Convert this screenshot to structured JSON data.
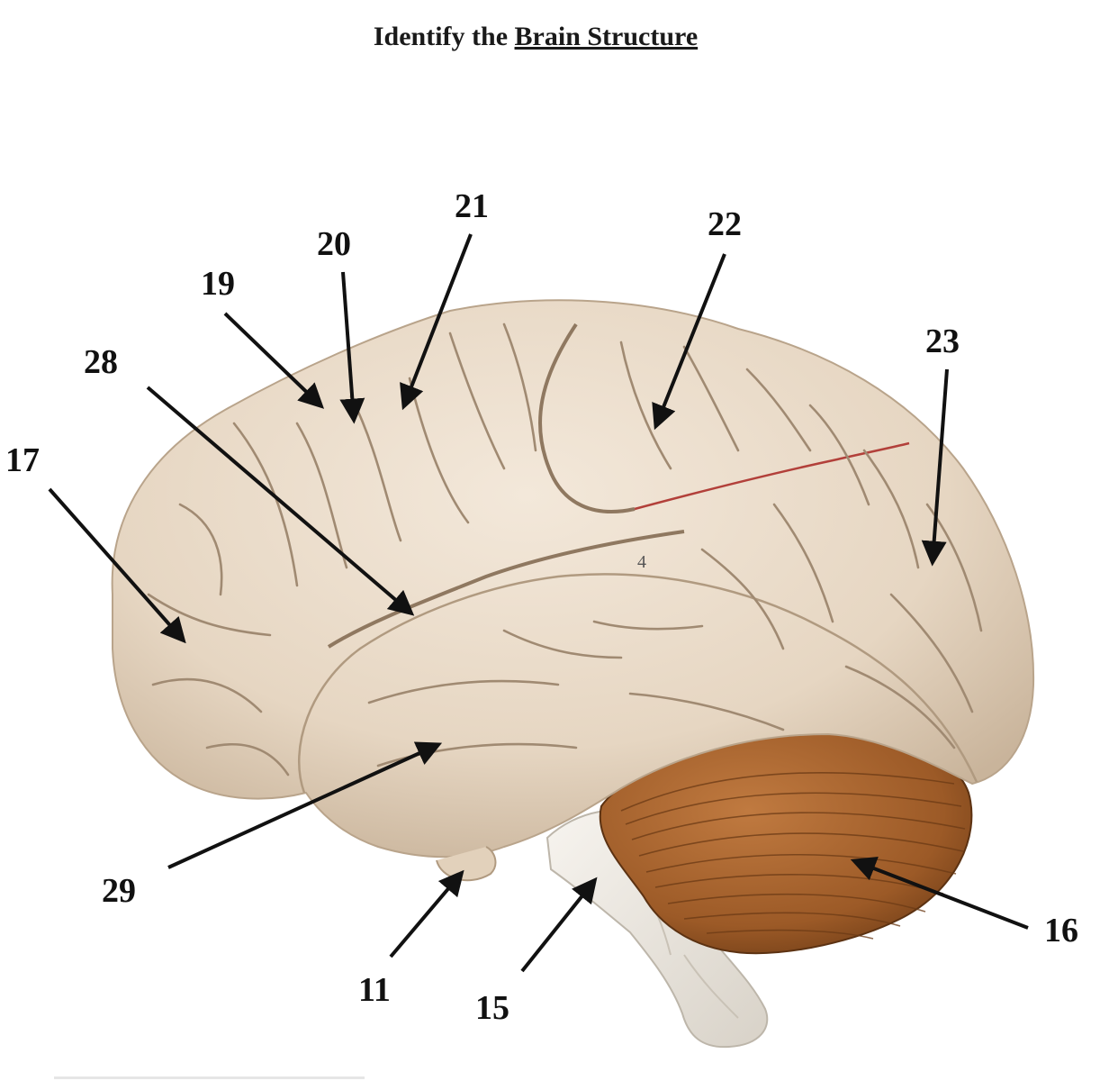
{
  "title": {
    "prefix": "Identify the ",
    "emphasis": "Brain Structure"
  },
  "model_mark": "4",
  "labels": [
    "11",
    "15",
    "16",
    "17",
    "19",
    "20",
    "21",
    "22",
    "23",
    "28",
    "29"
  ],
  "colors": {
    "cerebrum": "#e8d9c6",
    "cerebrum_shadow": "#c7b39b",
    "sulcus": "#a08a72",
    "cerebellum": "#a8642e",
    "cerebellum_dark": "#6e3c16",
    "brainstem": "#eeeae4",
    "artery": "#b2403a",
    "text": "#111111"
  }
}
